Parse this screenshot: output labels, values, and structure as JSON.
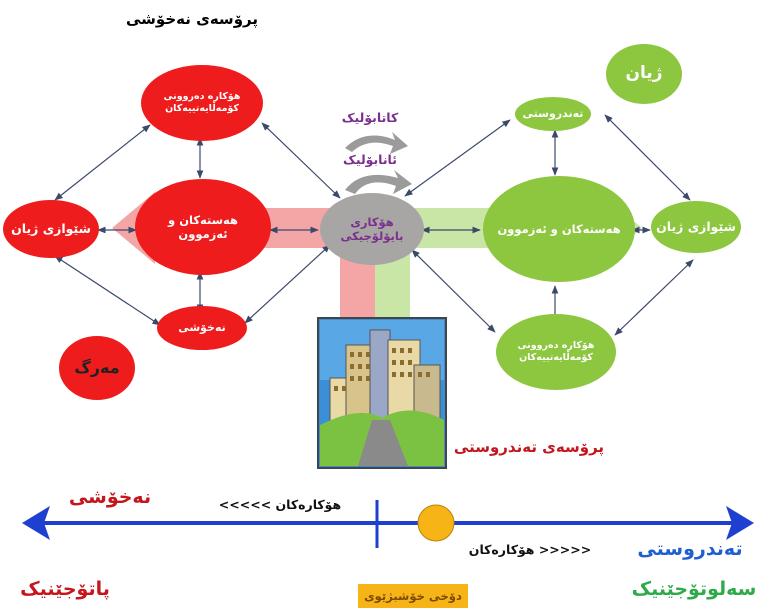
{
  "colors": {
    "red": "#ee1c1c",
    "dark_red": "#c4161c",
    "green": "#8dc63f",
    "gray": "#a8a5a5",
    "blue": "#1f3fd1",
    "yellow": "#f7b416",
    "purple": "#7b2f8e",
    "teal_green": "#2eaa4a"
  },
  "titles": {
    "disease_process": "پرۆسەی نەخۆشی",
    "health_process": "پرۆسەی تەندروستی"
  },
  "nodes": {
    "social_red": "هۆکارە دەروونی کۆمەڵایەتییەکان",
    "feelings_red": "هەستەکان و ئەزموون",
    "lifestyle_red": "شێوازی ژیان",
    "illness_red": "نەخۆشی",
    "death": "مەرگ",
    "biological": "هۆکاری بایۆلۆجیکی",
    "health_green": "تەندروستی",
    "feelings_green": "هەستەکان و ئەزموون",
    "lifestyle_green": "شێوازی ژیان",
    "social_green": "هۆکارە دەروونی کۆمەڵایەتییەکان",
    "life": "ژیان"
  },
  "metabolism": {
    "catabolic": "کاتابۆلیک",
    "anabolic": "ئانابۆلیک"
  },
  "continuum": {
    "illness": "نەخۆشی",
    "health": "تەندروستی",
    "factors_left": "هۆکارەکان >>>>>",
    "factors_right": "<<<<< هۆکارەکان",
    "pathogenic": "پاتۆجێنیک",
    "salutogenic": "سەلوتۆجێنیک",
    "wellbeing": "دۆخی خۆشبژێوی"
  }
}
